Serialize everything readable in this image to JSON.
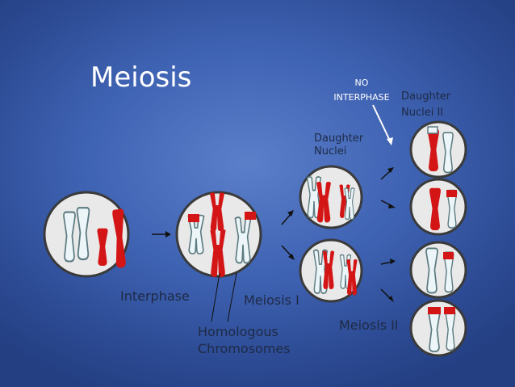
{
  "title": "Meiosis",
  "labels": {
    "no_interphase_line1": "NO",
    "no_interphase_line2": "INTERPHASE",
    "daughter_nuclei_ii_line1": "Daughter",
    "daughter_nuclei_ii_line2": "Nuclei II",
    "daughter_nuclei_line1": "Daughter",
    "daughter_nuclei_line2": "Nuclei",
    "interphase": "Interphase",
    "meiosis_i": "Meiosis I",
    "meiosis_ii": "Meiosis II",
    "homologous_line1": "Homologous",
    "homologous_line2": "Chromosomes"
  },
  "colors": {
    "chromosome_red": "#d41515",
    "chromosome_white": "#ecf6f8",
    "chromosome_outline": "#5c7a80",
    "cell_fill": "#e9e9e9",
    "cell_border": "#3a3a3a",
    "label_dark": "#1e2a45"
  }
}
